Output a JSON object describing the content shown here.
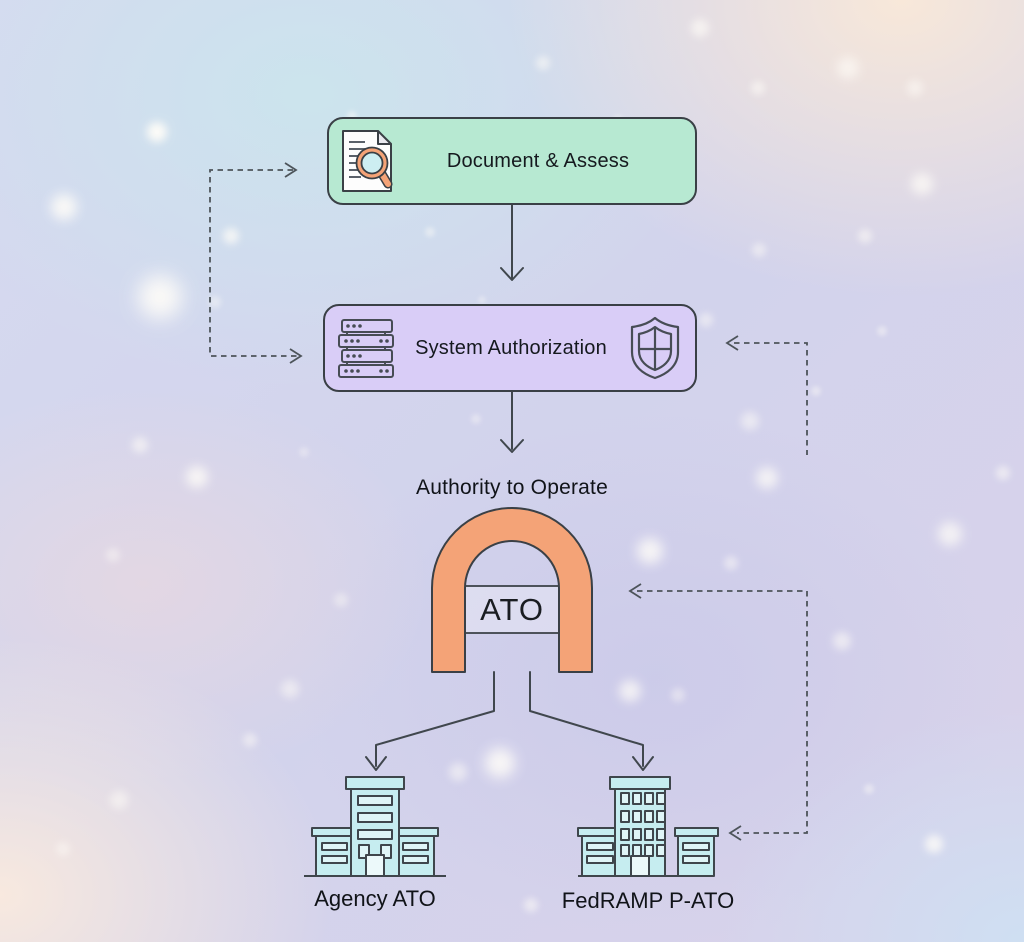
{
  "flow": {
    "step1": {
      "label": "Document & Assess",
      "icon": "document-search-icon"
    },
    "step2": {
      "label": "System Authorization",
      "icon_left": "server-stack-icon",
      "icon_right": "shield-icon"
    },
    "ato": {
      "heading": "Authority to Operate",
      "badge": "ATO",
      "shape": "magnet-arch"
    },
    "outcomes": [
      {
        "label": "Agency ATO",
        "icon": "government-building-icon"
      },
      {
        "label": "FedRAMP P-ATO",
        "icon": "government-building-icon"
      }
    ]
  },
  "colors": {
    "step1_fill": "#b7e9d2",
    "step2_fill": "#d9cdf7",
    "arch_fill": "#f4a377",
    "building_fill": "#c6edf0",
    "window_fill": "#dff5f7",
    "door_fill": "#ecf9fa",
    "outline": "#3a4046",
    "arrow": "#454c52",
    "text": "#15191e"
  }
}
